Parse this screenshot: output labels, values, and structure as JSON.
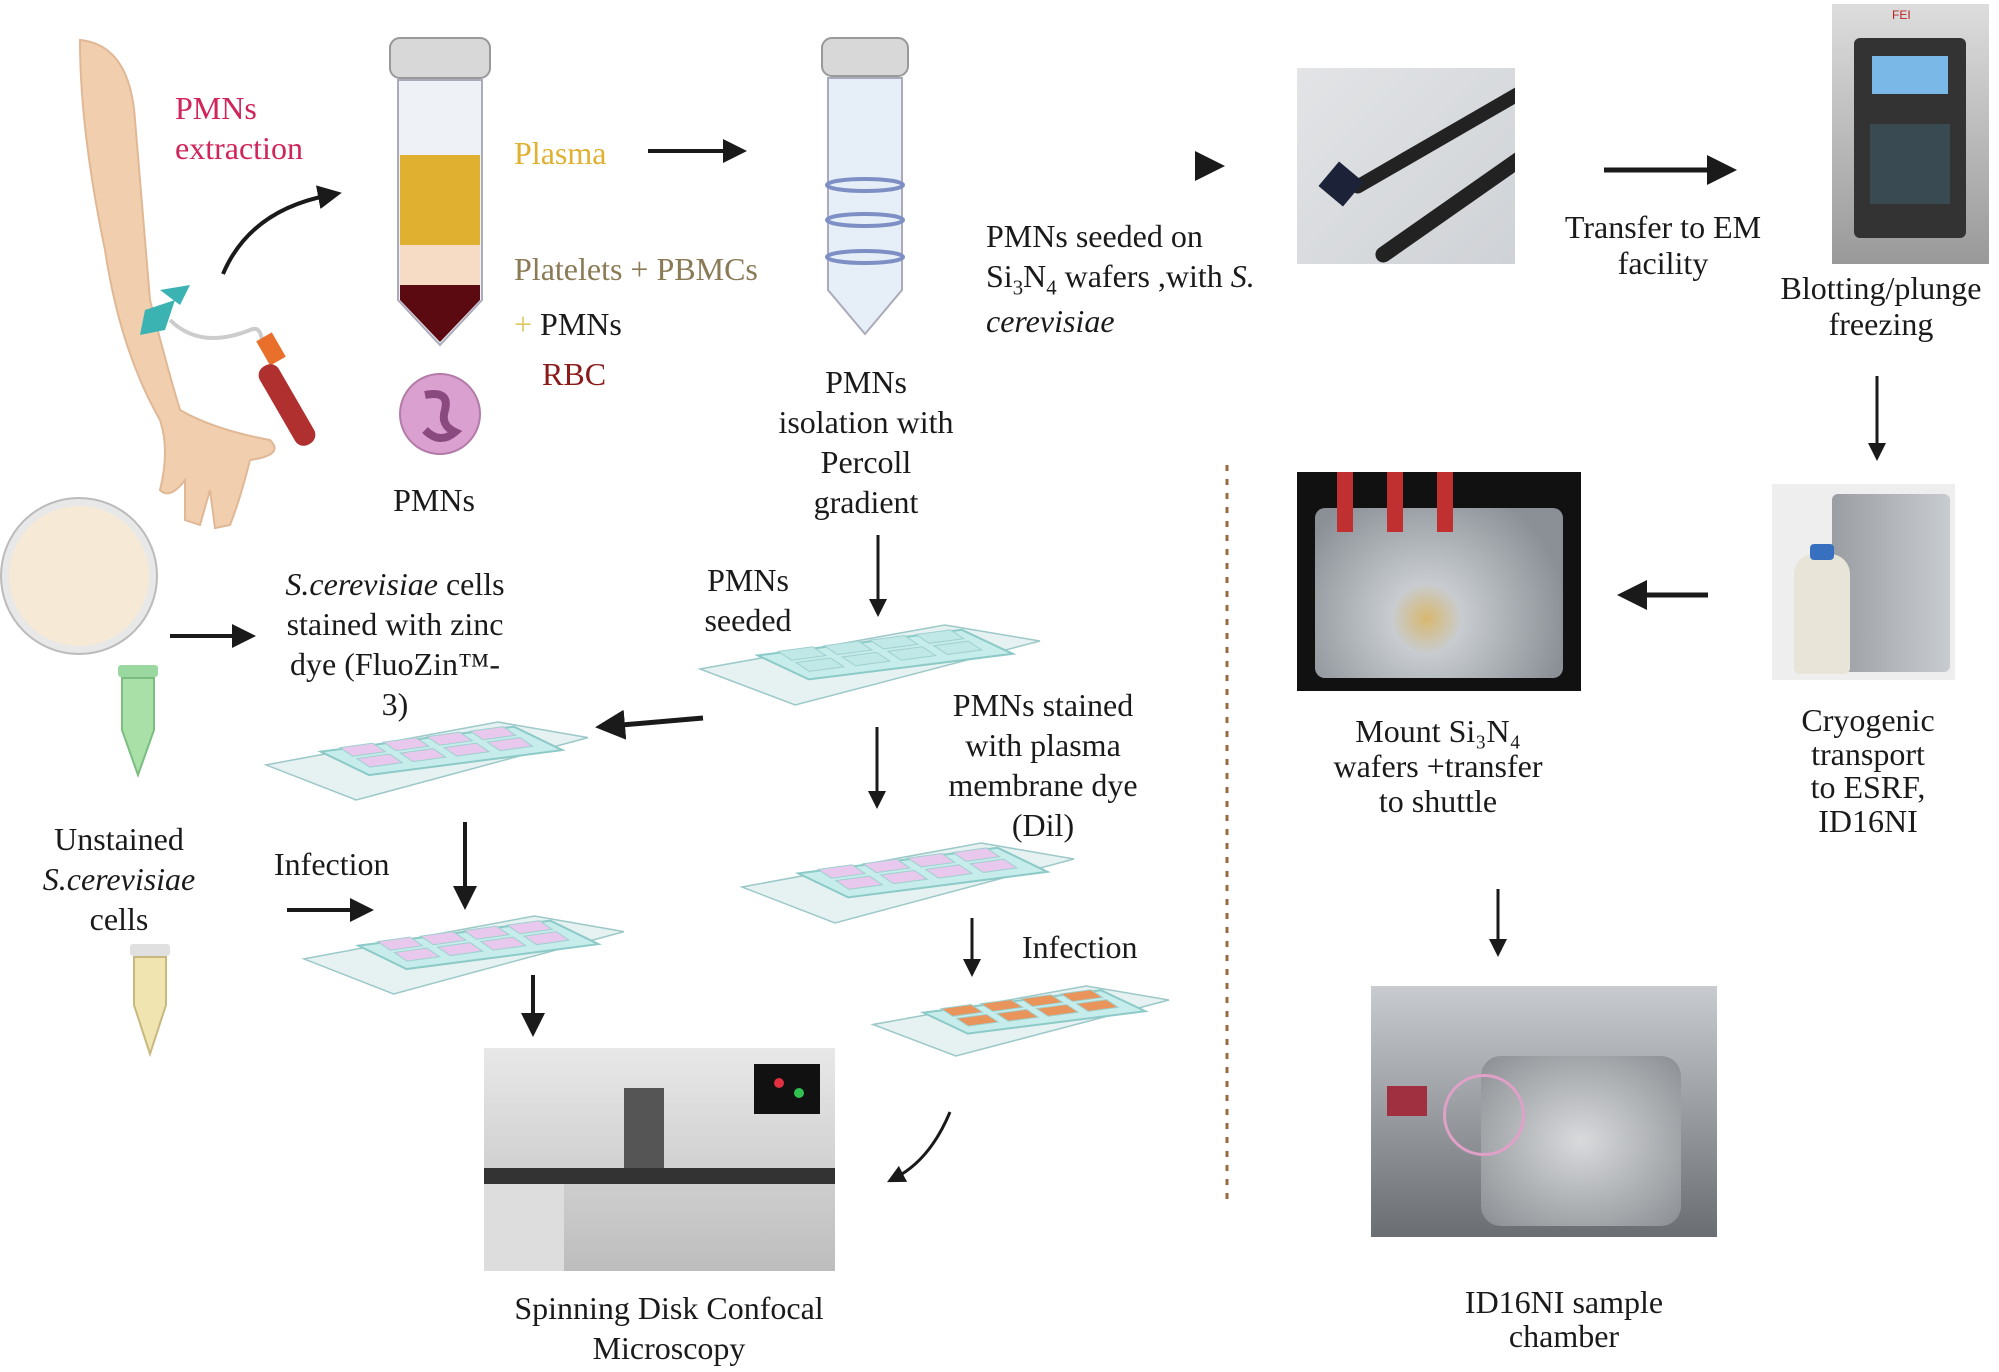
{
  "colors": {
    "extraction": "#d0245a",
    "plasma": "#e0b030",
    "platelets": "#8a7a55",
    "rbc": "#8b1a1a",
    "arrow": "#1a1a1a",
    "divider": "#9a6a40",
    "slide_blue": "#bfe8e6",
    "slide_pink": "#e8c8ec",
    "slide_orange": "#e8945a"
  },
  "labels": {
    "extraction": [
      "PMNs",
      "extraction"
    ],
    "plasma": "Plasma",
    "platelets": "Platelets + PBMCs",
    "pmns_plus": "+",
    "pmns_layer": "PMNs",
    "rbc": "RBC",
    "pmns_cell": "PMNs",
    "isolation": [
      "PMNs",
      "isolation with",
      "Percoll",
      "gradient"
    ],
    "seeded": [
      "PMNs",
      "seeded"
    ],
    "seeded_wafers": {
      "line1": "PMNs seeded on",
      "si": "Si",
      "sub3": "3",
      "n": "N",
      "sub4": "4",
      "rest": " wafers ,with ",
      "s": "S.",
      "line3": "cerevisiae"
    },
    "transfer_em": [
      "Transfer to EM",
      "facility"
    ],
    "blotting": [
      "Blotting/plunge",
      "freezing"
    ],
    "cryogenic": [
      "Cryogenic",
      "transport",
      "to ESRF,",
      "ID16NI"
    ],
    "mount": [
      "Mount Si₃N₄",
      "wafers +transfer",
      "to shuttle"
    ],
    "id16ni": [
      "ID16NI sample",
      "chamber"
    ],
    "scer_stained": {
      "species": "S.cerevisiae",
      "line1_rest": " cells",
      "line2": "stained with zinc",
      "line3": "dye (FluoZin™-",
      "line4": "3)"
    },
    "unstained": {
      "line1": "Unstained",
      "species": "S.cerevisiae",
      "line3": "cells"
    },
    "infection_left": "Infection",
    "pmns_stained": [
      "PMNs stained",
      "with plasma",
      "membrane dye",
      "(Dil)"
    ],
    "infection_right": "Infection",
    "spinning": [
      "Spinning Disk Confocal",
      "Microscopy"
    ],
    "fei_logo": "FEI"
  }
}
